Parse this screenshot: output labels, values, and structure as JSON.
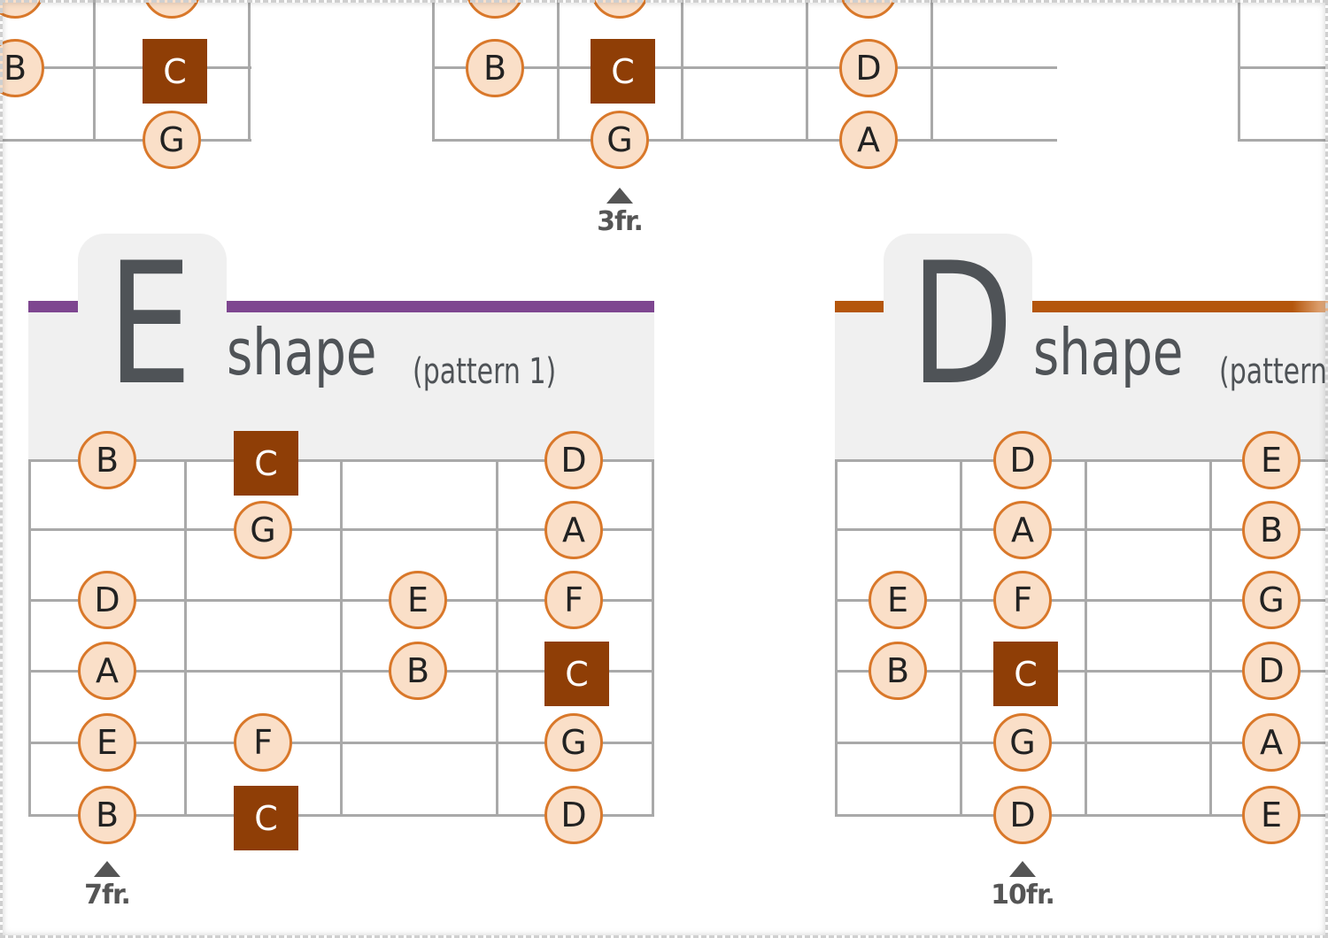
{
  "colors": {
    "e_shape_bar": "#7e4690",
    "d_shape_bar": "#b4560c",
    "note_fill": "#fadfc8",
    "note_border": "#d9782a",
    "root_fill": "#8f3e06",
    "fretboard_line": "#a9a9a9"
  },
  "top_diagrams": {
    "left": {
      "notes": [
        "B",
        "C",
        "G"
      ]
    },
    "middle": {
      "notes": [
        "B",
        "C",
        "D",
        "G",
        "A"
      ],
      "fret_label": "3fr."
    }
  },
  "e_shape": {
    "letter": "E",
    "word": "shape",
    "pattern": "(pattern 1)",
    "fret_label": "7fr.",
    "notes": [
      [
        "B",
        "C",
        "D"
      ],
      [
        "G",
        "A"
      ],
      [
        "D",
        "E",
        "F"
      ],
      [
        "A",
        "B",
        "C"
      ],
      [
        "E",
        "F",
        "G"
      ],
      [
        "B",
        "C",
        "D"
      ]
    ]
  },
  "d_shape": {
    "letter": "D",
    "word": "shape",
    "pattern": "(pattern",
    "fret_label": "10fr.",
    "notes": [
      [
        "D",
        "E"
      ],
      [
        "A",
        "B"
      ],
      [
        "E",
        "F",
        "G"
      ],
      [
        "B",
        "C",
        "D"
      ],
      [
        "G",
        "A"
      ],
      [
        "D",
        "E"
      ]
    ]
  }
}
